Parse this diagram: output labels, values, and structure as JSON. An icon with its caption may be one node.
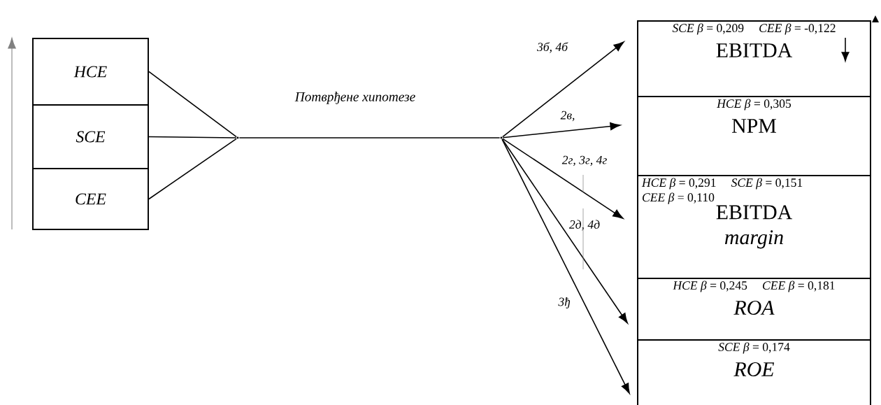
{
  "diagram": {
    "nodes": [
      {
        "text": [
          "HCE"
        ]
      },
      {
        "text": [
          "SCE"
        ]
      },
      {
        "text": [
          "CEE"
        ]
      },
      {
        "text": [],
        "shape": "point"
      },
      {
        "text": [],
        "shape": "point"
      },
      {
        "text": [
          "*SCE β* = 0,209",
          "*CEE β* = -0,122",
          "EBITDA"
        ]
      },
      {
        "text": [
          "*HCE β* = 0,305",
          "NPM"
        ]
      },
      {
        "text": [
          "*HCE β* = 0,291",
          "*SCE β* = 0,151",
          "*CEE β* = 0,110",
          "EBITDA *margin*"
        ]
      },
      {
        "text": [
          "*HCE β* = 0,245",
          "*CEE β* = 0,181",
          "ROA"
        ]
      },
      {
        "text": [
          "*SCE β* = 0,174",
          "ROE"
        ]
      }
    ],
    "edges": [
      {
        "from": 0,
        "to": 3,
        "arrow": "none"
      },
      {
        "from": 1,
        "to": 3,
        "arrow": "none"
      },
      {
        "from": 2,
        "to": 3,
        "arrow": "none"
      },
      {
        "from": 3,
        "to": 4,
        "arrow": "none",
        "label": "Потврђене хипотезе"
      },
      {
        "from": 4,
        "to": 5,
        "arrow": "to",
        "label": "3б, 4б"
      },
      {
        "from": 4,
        "to": 6,
        "arrow": "to",
        "label": "2в,"
      },
      {
        "from": 4,
        "to": 7,
        "arrow": "to",
        "label": "2г, 3г, 4г"
      },
      {
        "from": 4,
        "to": 8,
        "arrow": "to",
        "label": "2д, 4д"
      },
      {
        "from": 4,
        "to": 9,
        "arrow": "to",
        "label": "3ђ"
      }
    ]
  }
}
